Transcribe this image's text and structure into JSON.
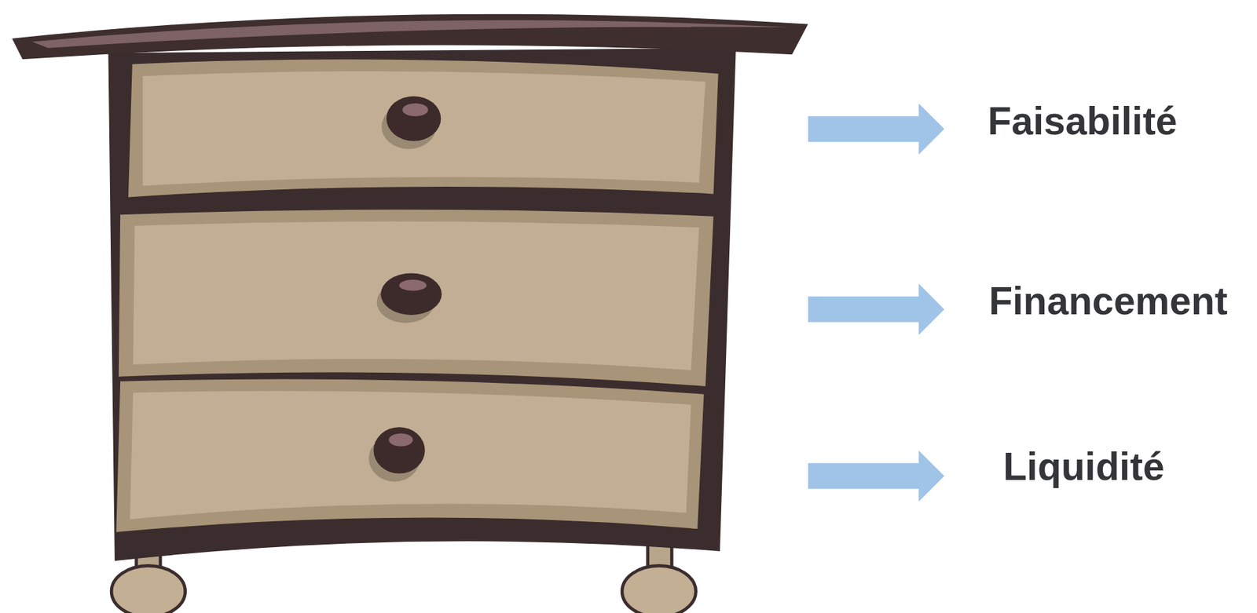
{
  "diagram": {
    "labels": [
      "Faisabilité",
      "Financement",
      "Liquidité"
    ]
  }
}
